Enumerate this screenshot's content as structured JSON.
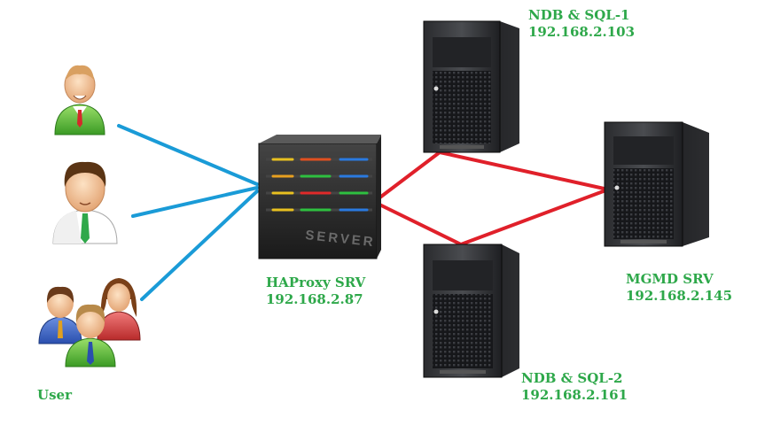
{
  "colors": {
    "label_green": "#2ea84a",
    "user_link": "#1a9bd7",
    "server_link": "#e0202a"
  },
  "user": {
    "label": "User"
  },
  "haproxy": {
    "name": "HAProxy SRV",
    "ip": "192.168.2.87",
    "emblem": "SERVER"
  },
  "ndb1": {
    "name": "NDB & SQL-1",
    "ip": "192.168.2.103"
  },
  "ndb2": {
    "name": "NDB & SQL-2",
    "ip": "192.168.2.161"
  },
  "mgmd": {
    "name": "MGMD SRV",
    "ip": "192.168.2.145"
  }
}
